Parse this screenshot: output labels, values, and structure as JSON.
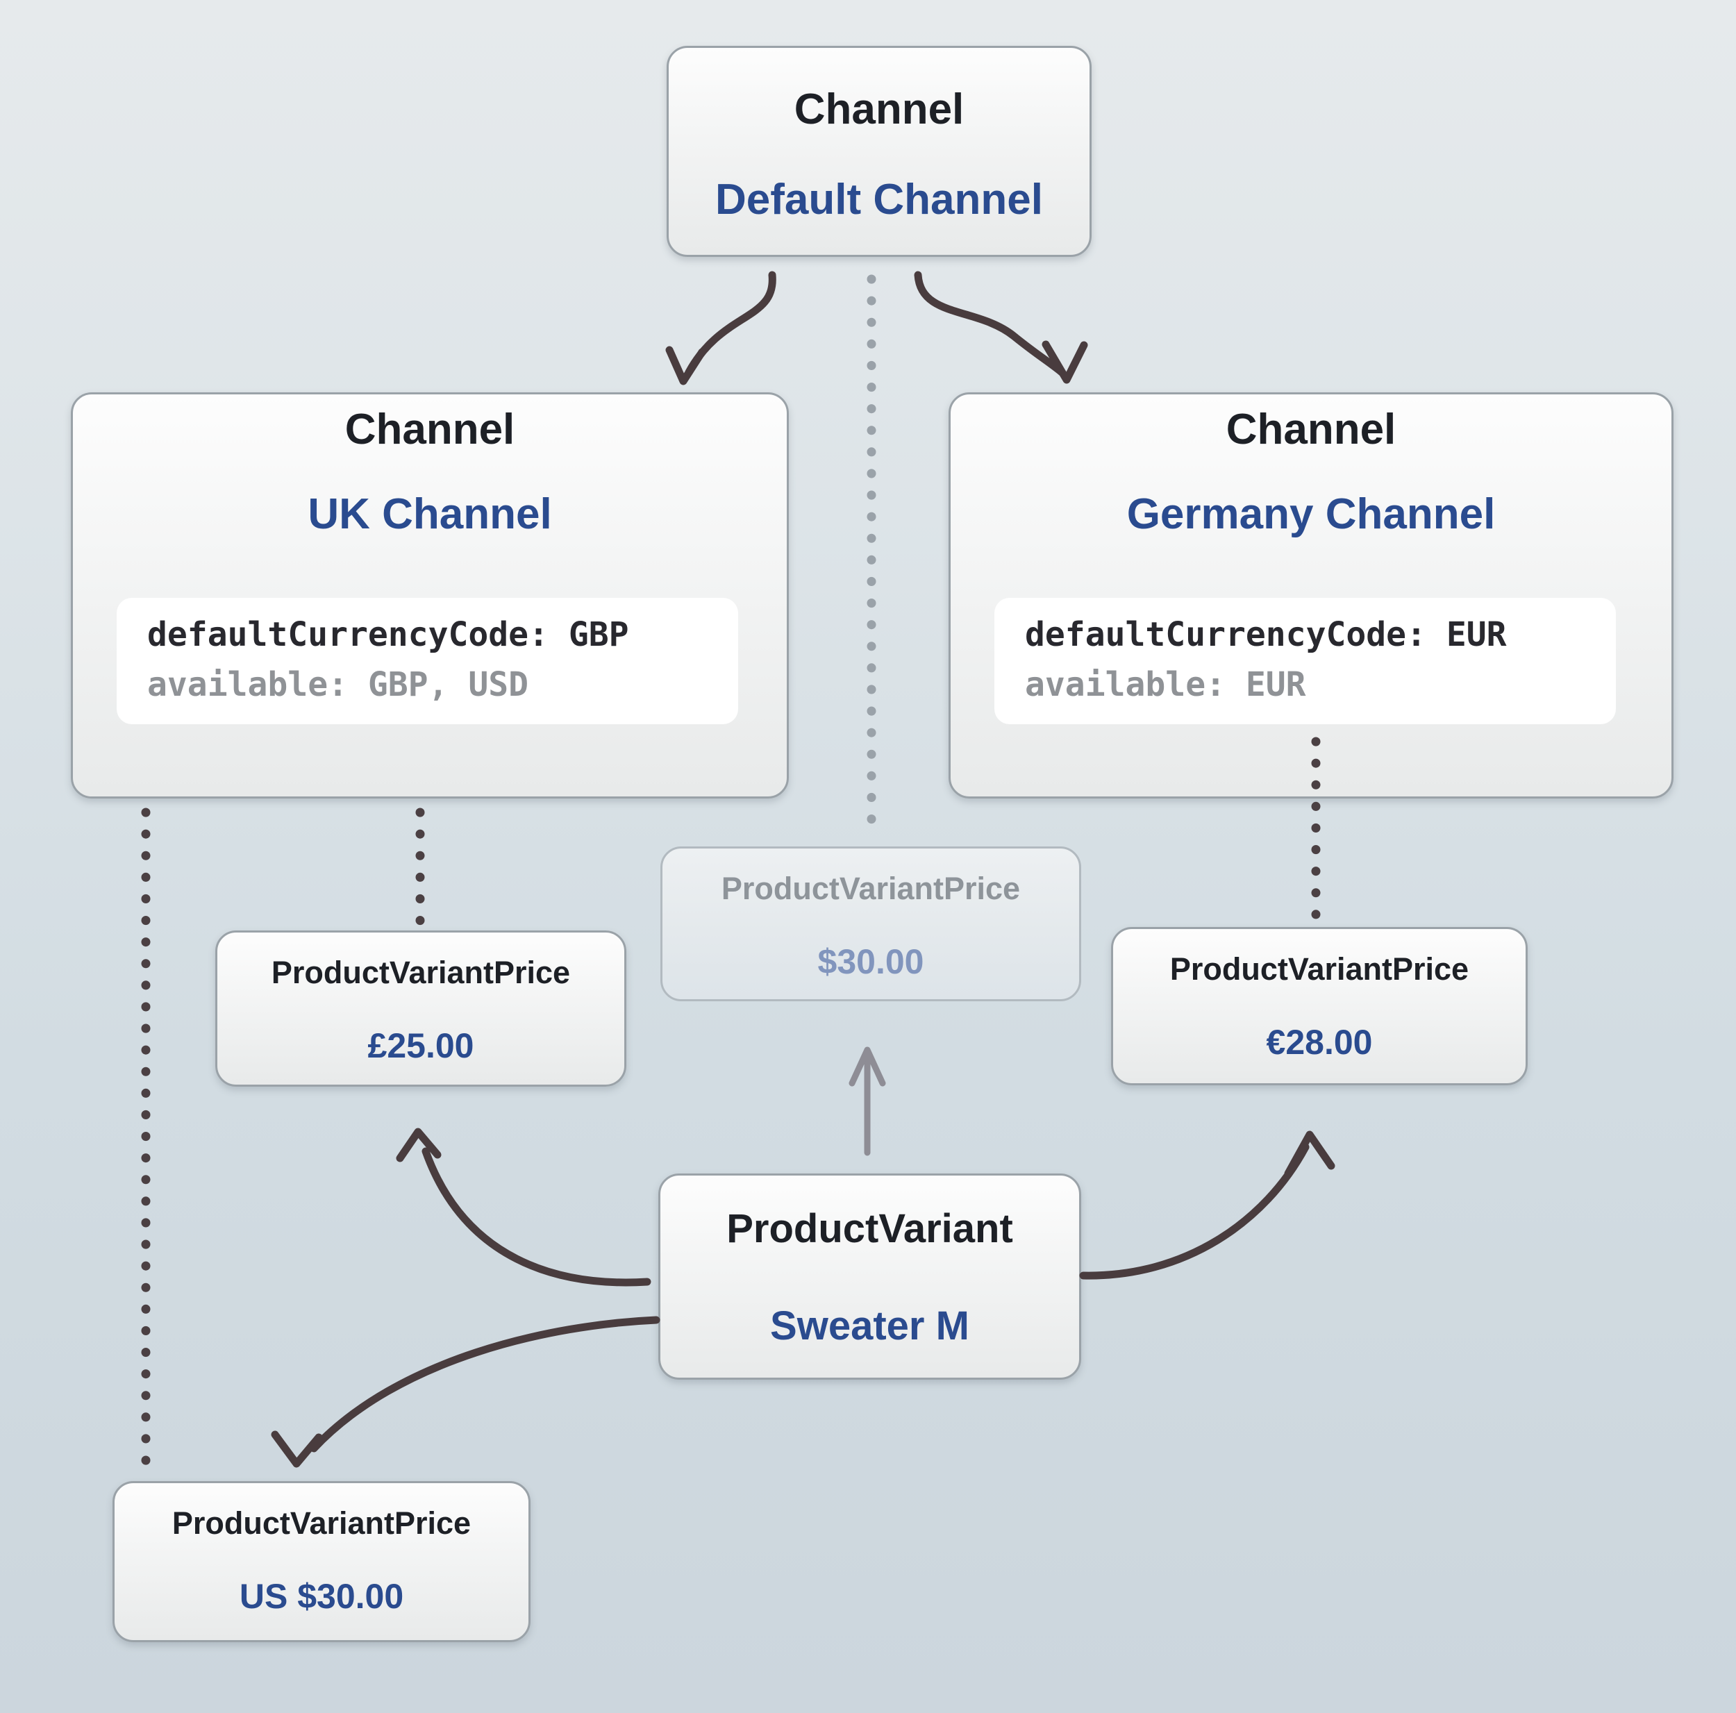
{
  "diagram": {
    "nodes": {
      "default_channel": {
        "type": "Channel",
        "name": "Default Channel"
      },
      "uk_channel": {
        "type": "Channel",
        "name": "UK Channel",
        "code_line1": "defaultCurrencyCode: GBP",
        "code_line2": "available: GBP, USD"
      },
      "germany_channel": {
        "type": "Channel",
        "name": "Germany Channel",
        "code_line1": "defaultCurrencyCode: EUR",
        "code_line2": "available: EUR"
      },
      "default_price": {
        "type": "ProductVariantPrice",
        "name": "$30.00",
        "faded": true
      },
      "uk_price_gbp": {
        "type": "ProductVariantPrice",
        "name": "£25.00"
      },
      "uk_price_usd": {
        "type": "ProductVariantPrice",
        "name": "US $30.00"
      },
      "germany_price": {
        "type": "ProductVariantPrice",
        "name": "€28.00"
      },
      "product_variant": {
        "type": "ProductVariant",
        "name": "Sweater M"
      }
    },
    "edges": [
      {
        "from": "default_channel",
        "to": "uk_channel",
        "style": "solid-arrow"
      },
      {
        "from": "default_channel",
        "to": "germany_channel",
        "style": "solid-arrow"
      },
      {
        "from": "default_channel",
        "to": "default_price",
        "style": "dotted"
      },
      {
        "from": "uk_channel",
        "to": "uk_price_gbp",
        "style": "dotted"
      },
      {
        "from": "uk_channel",
        "to": "uk_price_usd",
        "style": "dotted"
      },
      {
        "from": "germany_channel",
        "to": "germany_price",
        "style": "dotted"
      },
      {
        "from": "product_variant",
        "to": "default_price",
        "style": "faded-arrow"
      },
      {
        "from": "product_variant",
        "to": "uk_price_gbp",
        "style": "solid-arrow"
      },
      {
        "from": "product_variant",
        "to": "uk_price_usd",
        "style": "solid-arrow"
      },
      {
        "from": "product_variant",
        "to": "germany_price",
        "style": "solid-arrow"
      }
    ],
    "colors": {
      "background_top": "#e6eaec",
      "background_bottom": "#ccd6dd",
      "node_border": "#9aa2a8",
      "type_text": "#1d2026",
      "name_text": "#2a4b8f",
      "code_primary": "#28282e",
      "code_secondary": "#8f9296",
      "faded_type": "#8e949a",
      "faded_name": "#8195bd",
      "arrow_dark": "#493c3e",
      "arrow_gray": "#8e8d95",
      "dots_gray": "#9aa2a9",
      "dots_dark": "#4b4043"
    }
  }
}
